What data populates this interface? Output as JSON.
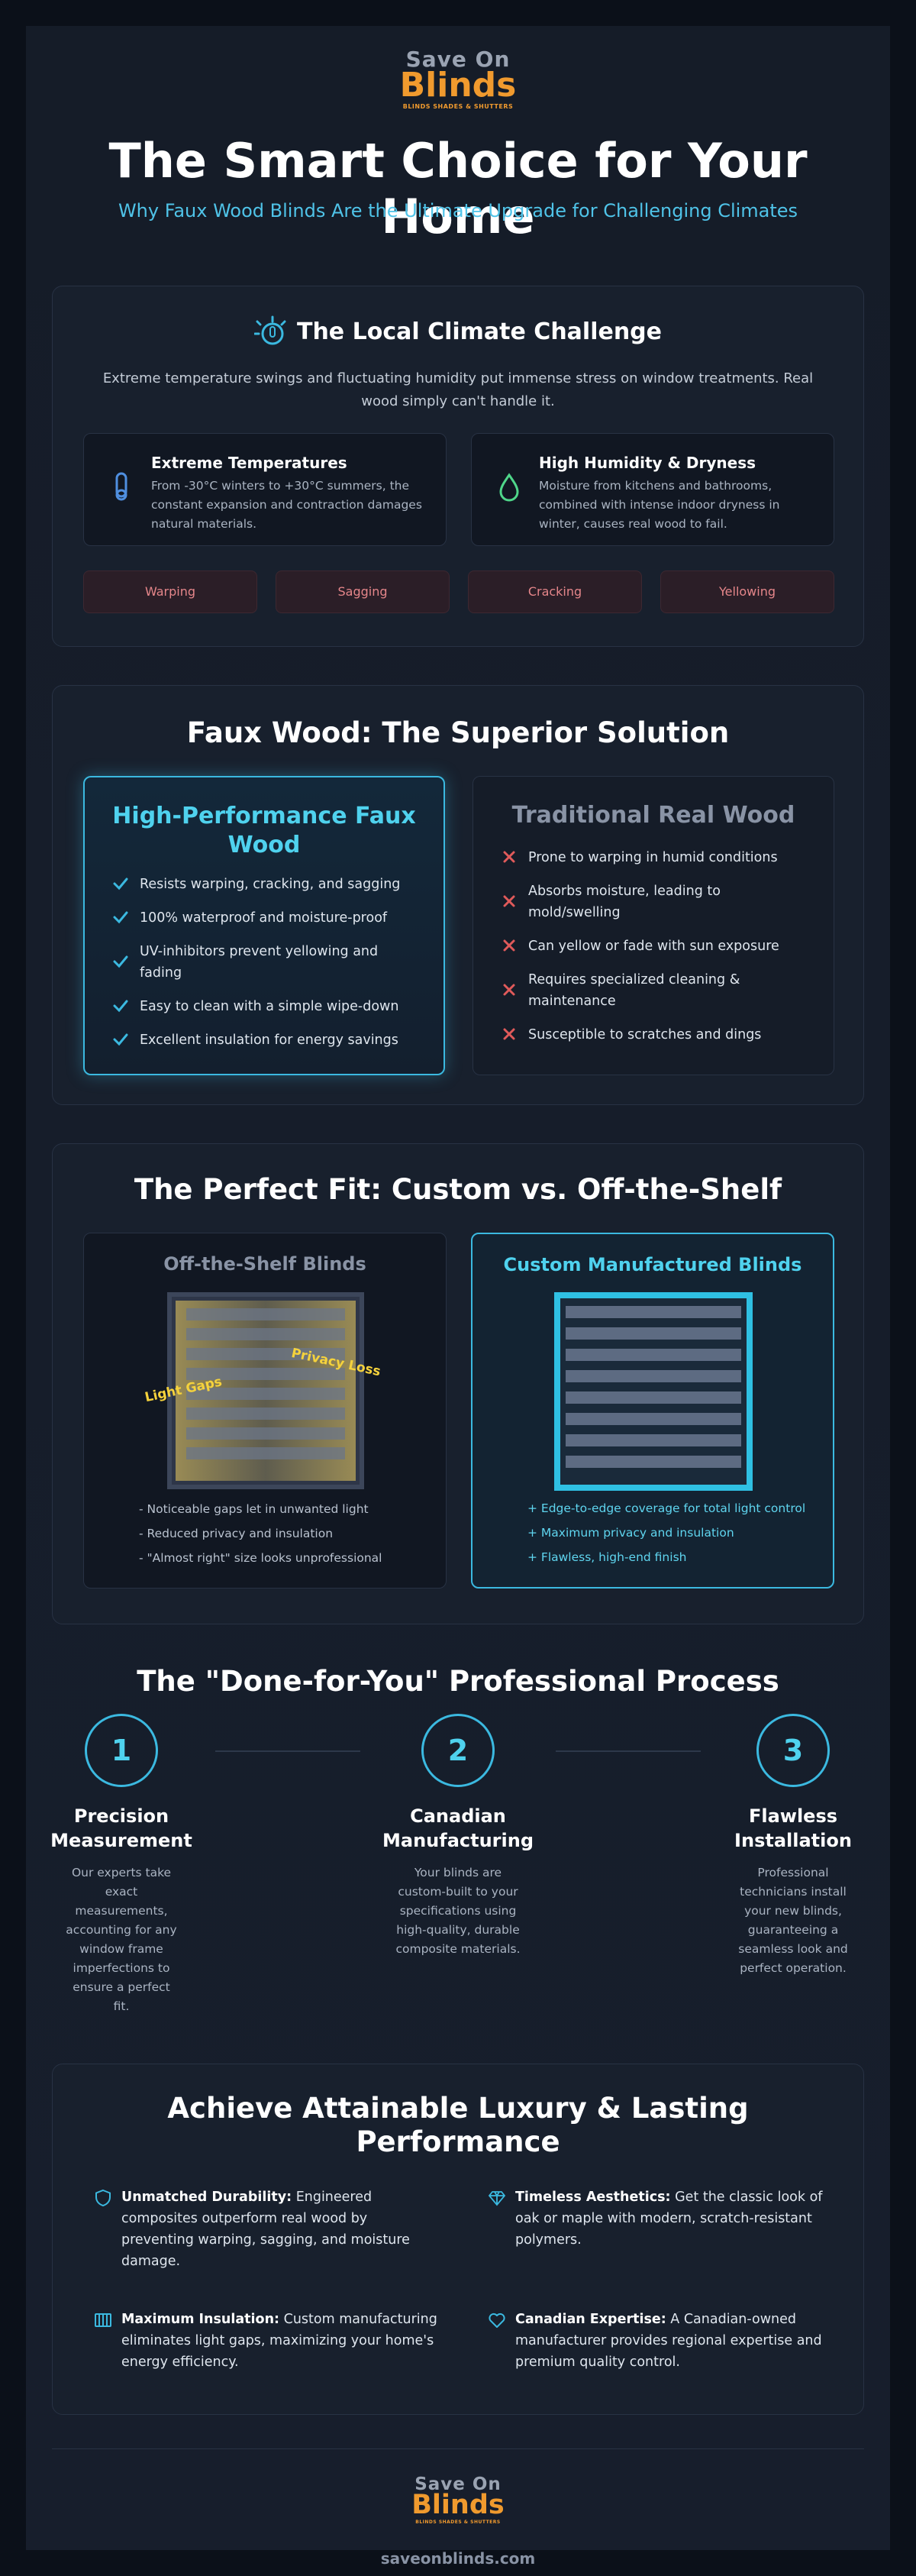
{
  "brand": {
    "line1": "Save On",
    "line2": "Blinds",
    "tagline": "BLINDS SHADES & SHUTTERS",
    "colors": {
      "accent": "#4fd2ee",
      "brand_orange": "#f09a2e",
      "bad": "#e05a5a"
    }
  },
  "hero": {
    "title": "The Smart Choice for Your Home",
    "subtitle": "Why Faux Wood Blinds Are the Ultimate Upgrade for Challenging Climates"
  },
  "climate": {
    "icon": "thermometer-sun-icon",
    "title": "The Local Climate Challenge",
    "description": "Extreme temperature swings and fluctuating humidity put immense stress on window treatments. Real wood simply can't handle it.",
    "challenges": [
      {
        "icon": "thermometer-icon",
        "title": "Extreme Temperatures",
        "text": "From -30°C winters to +30°C summers, the constant expansion and contraction damages natural materials."
      },
      {
        "icon": "droplet-icon",
        "title": "High Humidity & Dryness",
        "text": "Moisture from kitchens and bathrooms, combined with intense indoor dryness in winter, causes real wood to fail."
      }
    ],
    "tags": [
      "Warping",
      "Sagging",
      "Cracking",
      "Yellowing"
    ]
  },
  "solution": {
    "title": "Faux Wood: The Superior Solution",
    "faux": {
      "title": "High-Performance Faux Wood",
      "items": [
        "Resists warping, cracking, and sagging",
        "100% waterproof and moisture-proof",
        "UV-inhibitors prevent yellowing and fading",
        "Easy to clean with a simple wipe-down",
        "Excellent insulation for energy savings"
      ]
    },
    "real": {
      "title": "Traditional Real Wood",
      "items": [
        "Prone to warping in humid conditions",
        "Absorbs moisture, leading to mold/swelling",
        "Can yellow or fade with sun exposure",
        "Requires specialized cleaning & maintenance",
        "Susceptible to scratches and dings"
      ]
    }
  },
  "fit": {
    "title": "The Perfect Fit: Custom vs. Off-the-Shelf",
    "off_shelf": {
      "title": "Off-the-Shelf Blinds",
      "label_left": "Light Gaps",
      "label_right": "Privacy Loss",
      "items": [
        "- Noticeable gaps let in unwanted light",
        "- Reduced privacy and insulation",
        "- \"Almost right\" size looks unprofessional"
      ]
    },
    "custom": {
      "title": "Custom Manufactured Blinds",
      "items": [
        "+ Edge-to-edge coverage for total light control",
        "+ Maximum privacy and insulation",
        "+ Flawless, high-end finish"
      ]
    }
  },
  "process": {
    "title": "The \"Done-for-You\" Professional Process",
    "steps": [
      {
        "number": "1",
        "title": "Precision Measurement",
        "text": "Our experts take exact measurements, accounting for any window frame imperfections to ensure a perfect fit."
      },
      {
        "number": "2",
        "title": "Canadian Manufacturing",
        "text": "Your blinds are custom-built to your specifications using high-quality, durable composite materials."
      },
      {
        "number": "3",
        "title": "Flawless Installation",
        "text": "Professional technicians install your new blinds, guaranteeing a seamless look and perfect operation."
      }
    ]
  },
  "luxury": {
    "title": "Achieve Attainable Luxury & Lasting Performance",
    "benefits": [
      {
        "icon": "shield-icon",
        "label": "Unmatched Durability:",
        "text": " Engineered composites outperform real wood by preventing warping, sagging, and moisture damage."
      },
      {
        "icon": "gem-icon",
        "label": "Timeless Aesthetics:",
        "text": " Get the classic look of oak or maple with modern, scratch-resistant polymers."
      },
      {
        "icon": "blinds-icon",
        "label": "Maximum Insulation:",
        "text": " Custom manufacturing eliminates light gaps, maximizing your home's energy efficiency."
      },
      {
        "icon": "heart-icon",
        "label": "Canadian Expertise:",
        "text": " A Canadian-owned manufacturer provides regional expertise and premium quality control."
      }
    ]
  },
  "footer": {
    "website": "saveonblinds.com"
  }
}
